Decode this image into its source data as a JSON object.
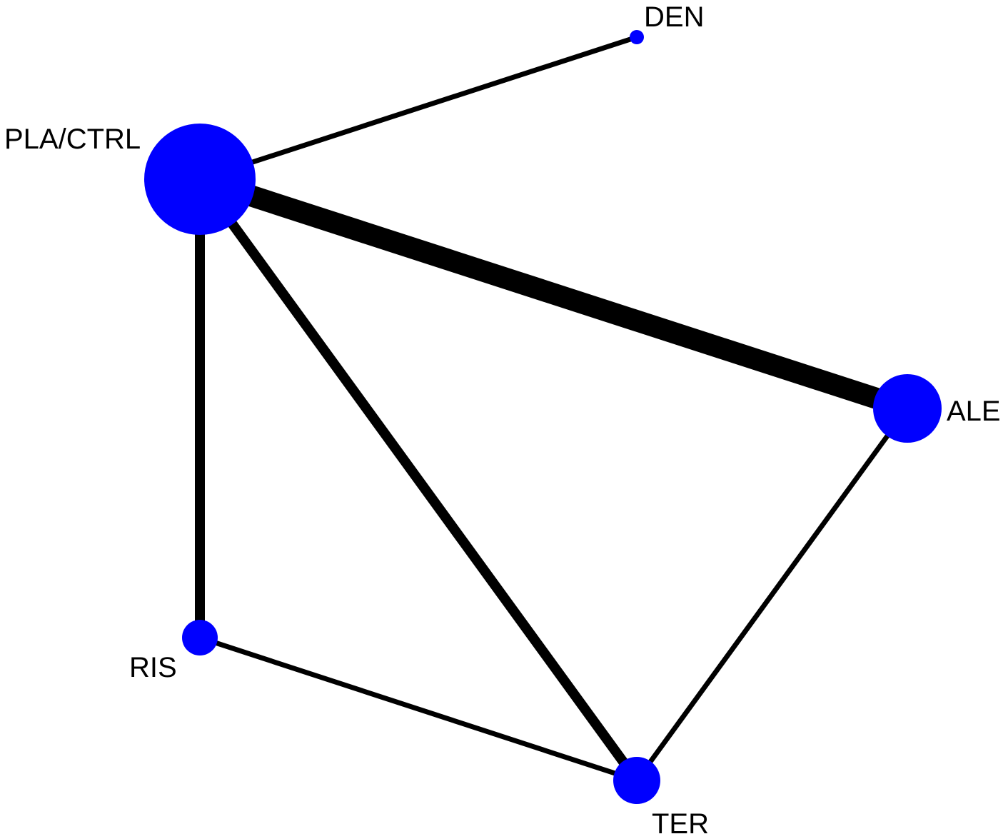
{
  "diagram": {
    "type": "network-graph",
    "node_color": "#0000ff",
    "edge_color": "#000000",
    "background": "#ffffff",
    "nodes": [
      {
        "id": "PLA/CTRL",
        "label": "PLA/CTRL"
      },
      {
        "id": "DEN",
        "label": "DEN"
      },
      {
        "id": "ALE",
        "label": "ALE"
      },
      {
        "id": "RIS",
        "label": "RIS"
      },
      {
        "id": "TER",
        "label": "TER"
      }
    ],
    "edges": [
      {
        "source": "PLA/CTRL",
        "target": "DEN"
      },
      {
        "source": "PLA/CTRL",
        "target": "ALE"
      },
      {
        "source": "PLA/CTRL",
        "target": "RIS"
      },
      {
        "source": "PLA/CTRL",
        "target": "TER"
      },
      {
        "source": "ALE",
        "target": "TER"
      },
      {
        "source": "RIS",
        "target": "TER"
      }
    ]
  }
}
